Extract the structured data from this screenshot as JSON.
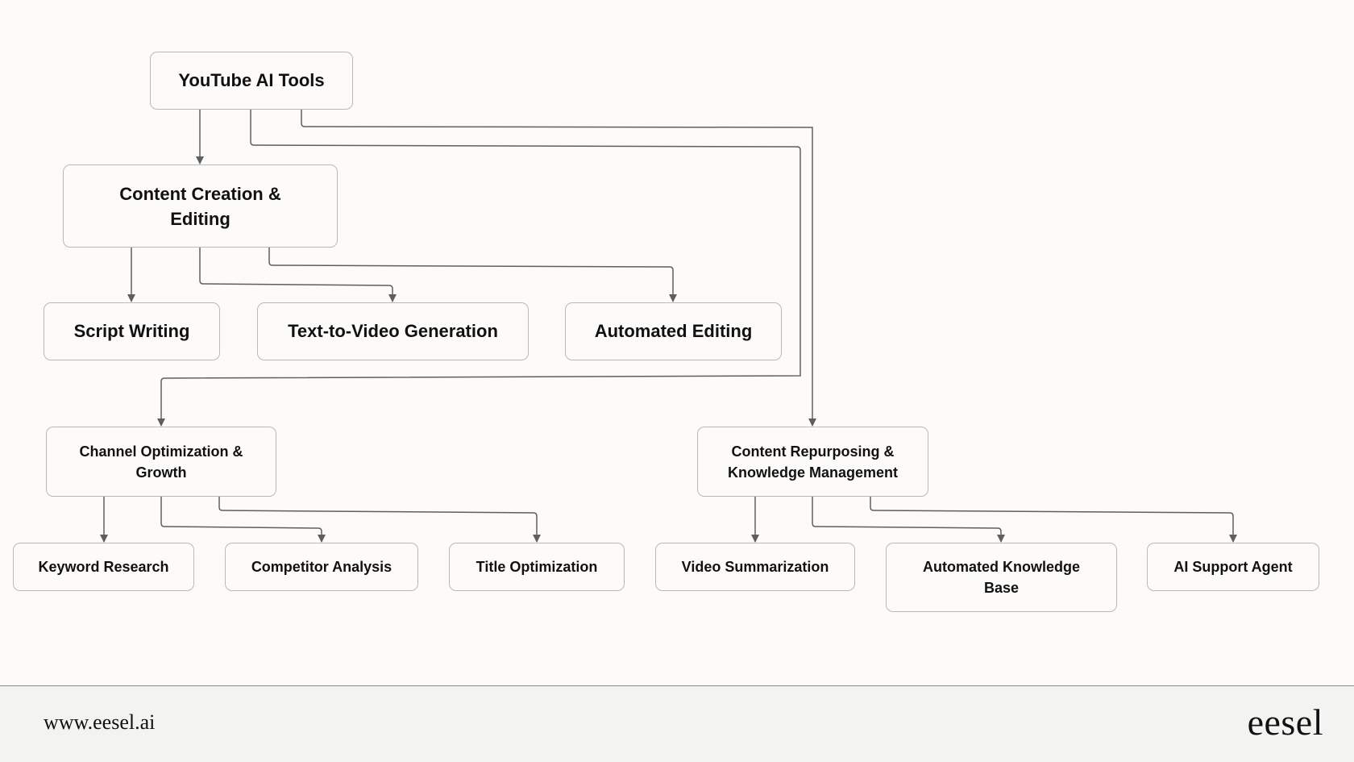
{
  "diagram": {
    "nodes": {
      "root": "YouTube AI Tools",
      "content_creation": "Content Creation & Editing",
      "script_writing": "Script Writing",
      "text_to_video": "Text-to-Video Generation",
      "automated_editing": "Automated Editing",
      "channel_optimization": "Channel Optimization & Growth",
      "content_repurposing": "Content Repurposing & Knowledge Management",
      "keyword_research": "Keyword Research",
      "competitor_analysis": "Competitor Analysis",
      "title_optimization": "Title Optimization",
      "video_summarization": "Video Summarization",
      "automated_knowledge_base": "Automated Knowledge Base",
      "ai_support_agent": "AI Support Agent"
    },
    "edges": [
      [
        "root",
        "content_creation"
      ],
      [
        "root",
        "channel_optimization"
      ],
      [
        "root",
        "content_repurposing"
      ],
      [
        "content_creation",
        "script_writing"
      ],
      [
        "content_creation",
        "text_to_video"
      ],
      [
        "content_creation",
        "automated_editing"
      ],
      [
        "channel_optimization",
        "keyword_research"
      ],
      [
        "channel_optimization",
        "competitor_analysis"
      ],
      [
        "channel_optimization",
        "title_optimization"
      ],
      [
        "content_repurposing",
        "video_summarization"
      ],
      [
        "content_repurposing",
        "automated_knowledge_base"
      ],
      [
        "content_repurposing",
        "ai_support_agent"
      ]
    ],
    "line_color": "#5f5f5f",
    "node_border_color": "#b9b9b9"
  },
  "footer": {
    "url": "www.eesel.ai",
    "logo": "eesel"
  }
}
